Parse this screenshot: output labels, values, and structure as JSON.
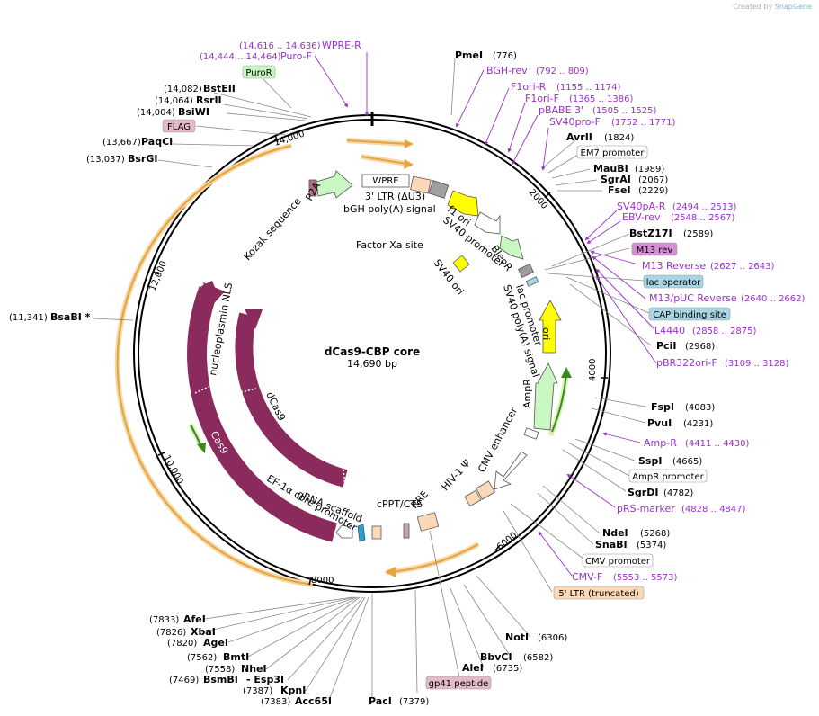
{
  "brand": {
    "created_by": "Created by",
    "product": "SnapGene"
  },
  "plasmid": {
    "name": "dCas9-CBP core",
    "length_label": "14,690 bp"
  },
  "colors": {
    "purple_label": "#9b30c8",
    "feature_magenta": "#8b2a5c",
    "orange_arrow": "#e6a33e",
    "promoter_green": "#c9f7c1",
    "ori_yellow": "#ffff00",
    "ltr_peach": "#fcd8b6",
    "grey_box": "#9c9c9c",
    "tag_pink": "#e4b9c9",
    "blue_label": "#a9d6e4",
    "promoter_white": "#ffffff"
  },
  "tick_labels": [
    "2000",
    "4000",
    "6000",
    "8000",
    "10,000",
    "12,000",
    "14,000"
  ],
  "left_labels": {
    "bsteII": {
      "pos": "(14,082)",
      "name": "BstEII"
    },
    "rsrII": {
      "pos": "(14,064)",
      "name": "RsrII"
    },
    "bsiwi": {
      "pos": "(14,004)",
      "name": "BsiWI"
    },
    "flag": "FLAG",
    "paqci": {
      "pos": "(13,667)",
      "name": "PaqCI"
    },
    "bsrgi": {
      "pos": "(13,037)",
      "name": "BsrGI"
    },
    "bsabi": {
      "pos": "(11,341)",
      "name": "BsaBI *"
    },
    "puror": "PuroR",
    "puro_f": {
      "pos": "(14,444 .. 14,464)",
      "name": "Puro-F"
    },
    "wpre_r": {
      "pos": "(14,616 .. 14,636)",
      "name": "WPRE-R"
    }
  },
  "right_labels": {
    "pmei": {
      "name": "PmeI",
      "pos": "(776)"
    },
    "bgh_rev": {
      "name": "BGH-rev",
      "pos": "(792 .. 809)"
    },
    "f1ori_r": {
      "name": "F1ori-R",
      "pos": "(1155 .. 1174)"
    },
    "f1ori_f": {
      "name": "F1ori-F",
      "pos": "(1365 .. 1386)"
    },
    "pbabe3": {
      "name": "pBABE 3'",
      "pos": "(1505 .. 1525)"
    },
    "sv40pro_f": {
      "name": "SV40pro-F",
      "pos": "(1752 .. 1771)"
    },
    "avrii": {
      "name": "AvrII",
      "pos": "(1824)"
    },
    "em7": "EM7 promoter",
    "maubi": {
      "name": "MauBI",
      "pos": "(1989)"
    },
    "sgrai": {
      "name": "SgrAI",
      "pos": "(2067)"
    },
    "fsei": {
      "name": "FseI",
      "pos": "(2229)"
    },
    "sv40pa_r": {
      "name": "SV40pA-R",
      "pos": "(2494 .. 2513)"
    },
    "ebv_rev": {
      "name": "EBV-rev",
      "pos": "(2548 .. 2567)"
    },
    "bstz17i": {
      "name": "BstZ17I",
      "pos": "(2589)"
    },
    "m13rev": "M13 rev",
    "m13reverse": {
      "name": "M13 Reverse",
      "pos": "(2627 .. 2643)"
    },
    "lac_op": "lac operator",
    "m13puc": {
      "name": "M13/pUC Reverse",
      "pos": "(2640 .. 2662)"
    },
    "cap": "CAP binding site",
    "l4440": {
      "name": "L4440",
      "pos": "(2858 .. 2875)"
    },
    "pcii": {
      "name": "PciI",
      "pos": "(2968)"
    },
    "pbr322": {
      "name": "pBR322ori-F",
      "pos": "(3109 .. 3128)"
    },
    "fspi": {
      "name": "FspI",
      "pos": "(4083)"
    },
    "pvui": {
      "name": "PvuI",
      "pos": "(4231)"
    },
    "amp_r": {
      "name": "Amp-R",
      "pos": "(4411 .. 4430)"
    },
    "sspi": {
      "name": "SspI",
      "pos": "(4665)"
    },
    "ampr_prom": "AmpR promoter",
    "sgrdi": {
      "name": "SgrDI",
      "pos": "(4782)"
    },
    "prs": {
      "name": "pRS-marker",
      "pos": "(4828 .. 4847)"
    },
    "ndei": {
      "name": "NdeI",
      "pos": "(5268)"
    },
    "snabi": {
      "name": "SnaBI",
      "pos": "(5374)"
    },
    "cmv_prom": "CMV promoter",
    "cmv_f": {
      "name": "CMV-F",
      "pos": "(5553 .. 5573)"
    },
    "ltr5": "5' LTR (truncated)"
  },
  "bottom_labels": {
    "afei": {
      "pos": "(7833)",
      "name": "AfeI"
    },
    "xbai": {
      "pos": "(7826)",
      "name": "XbaI"
    },
    "agei": {
      "pos": "(7820)",
      "name": "AgeI"
    },
    "bmti": {
      "pos": "(7562)",
      "name": "BmtI"
    },
    "nhei": {
      "pos": "(7558)",
      "name": "NheI"
    },
    "bsmbi": {
      "pos": "(7469)",
      "name": "BsmBI",
      "extra": "- Esp3I"
    },
    "kpni": {
      "pos": "(7387)",
      "name": "KpnI"
    },
    "acc65i": {
      "pos": "(7383)",
      "name": "Acc65I"
    },
    "paci": {
      "name": "PacI",
      "pos": "(7379)"
    },
    "notI": {
      "name": "NotI",
      "pos": "(6306)"
    },
    "bbvci": {
      "name": "BbvCI",
      "pos": "(6582)"
    },
    "alei": {
      "name": "AleI",
      "pos": "(6735)"
    },
    "gp41": "gp41 peptide"
  },
  "inner_labels": {
    "wpre": "WPRE",
    "p2a": "P2A",
    "ltr3": "3' LTR (ΔU3)",
    "bgh": "bGH poly(A) signal",
    "f1ori": "f1 ori",
    "sv40prom": "SV40 promoter",
    "bleor": "BleoR",
    "kozak": "Kozak sequence",
    "factor_xa": "Factor Xa site",
    "sv40ori": "SV40 ori",
    "lac_prom": "lac promoter",
    "sv40pa": "SV40 poly(A) signal",
    "ori": "ori",
    "ampr": "AmpR",
    "cmv_enh": "CMV enhancer",
    "hiv": "HIV-1 Ψ",
    "rre": "RRE",
    "cppt": "cPPT/CTS",
    "grna": "gRNA scaffold",
    "ef1a": "EF-1α core promoter",
    "cas9": "Cas9",
    "dcas9": "dCas9",
    "nls": "nucleoplasmin NLS"
  }
}
